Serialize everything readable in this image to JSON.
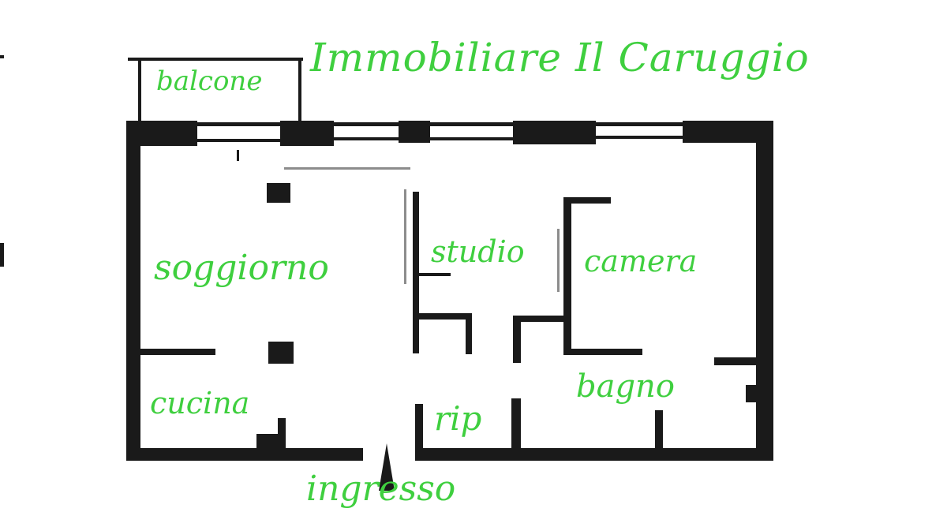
{
  "title": "Immobiliare Il Caruggio",
  "rooms": {
    "balcone": "balcone",
    "soggiorno": "soggiorno",
    "studio": "studio",
    "camera": "camera",
    "bagno": "bagno",
    "cucina": "cucina",
    "rip": "rip",
    "ingresso": "ingresso"
  },
  "colors": {
    "label": "#3fcf3f",
    "wall": "#1a1a1a",
    "paper": "#ffffff"
  },
  "icons": {
    "entrance": "entrance-arrow-icon"
  }
}
